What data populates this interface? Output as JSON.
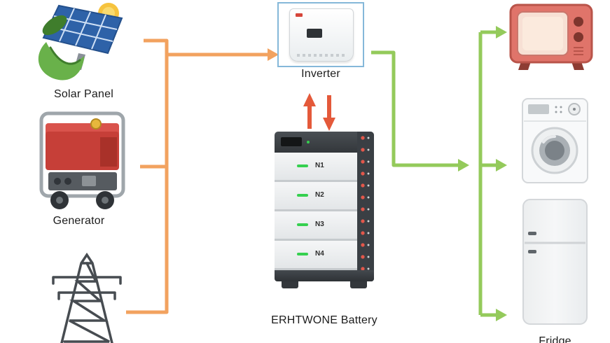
{
  "title": "Solar energy storage system diagram",
  "colors": {
    "orange": "#f2a25f",
    "green": "#94ca5b",
    "red": "#e4593a",
    "inverter_border": "#85b8d9"
  },
  "nodes": {
    "solar_panel": {
      "label": "Solar Panel"
    },
    "generator": {
      "label": "Generator"
    },
    "power_tower": {
      "label": ""
    },
    "inverter": {
      "label": "Inverter"
    },
    "battery": {
      "label": "ERHTWONE Battery",
      "modules": [
        "N1",
        "N2",
        "N3",
        "N4"
      ]
    },
    "tv": {
      "label": ""
    },
    "washing_machine": {
      "label": ""
    },
    "fridge": {
      "label": "Fridge"
    }
  }
}
